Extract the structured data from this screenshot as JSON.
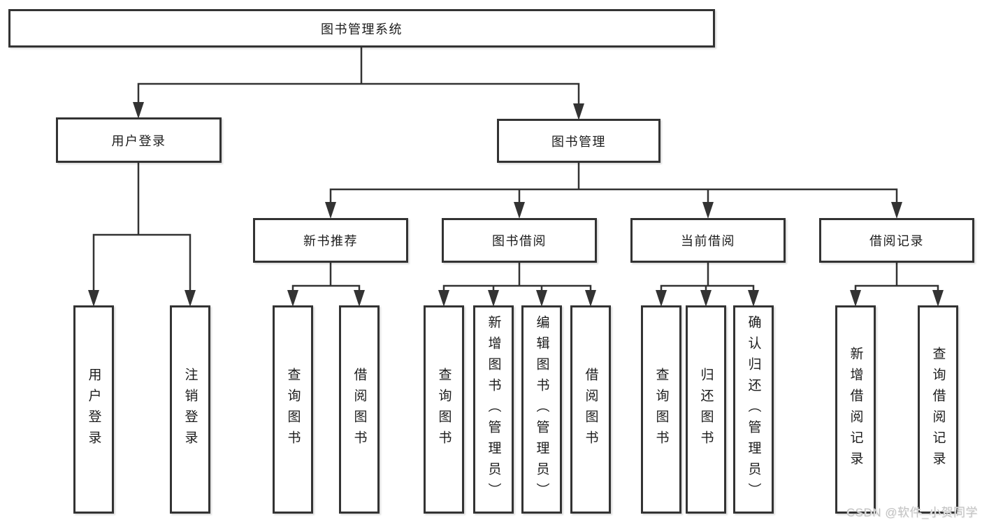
{
  "nodes": {
    "root": "图书管理系统",
    "level2": [
      "用户登录",
      "图书管理"
    ],
    "level3": [
      "新书推荐",
      "图书借阅",
      "当前借阅",
      "借阅记录"
    ],
    "user_login_children": [
      "用户登录",
      "注销登录"
    ],
    "new_book_children": [
      "查询图书",
      "借阅图书"
    ],
    "book_borrow_children": [
      "查询图书",
      "新增图书（管理员）",
      "编辑图书（管理员）",
      "借阅图书"
    ],
    "current_borrow_children": [
      "查询图书",
      "归还图书",
      "确认归还（管理员）"
    ],
    "borrow_record_children": [
      "新增借阅记录",
      "查询借阅记录"
    ]
  },
  "watermark": "CSDN @软件_小贺同学",
  "colors": {
    "line": "#333333",
    "text": "#1c1c1c",
    "watermark": "#c3c3c3",
    "background": "#ffffff"
  }
}
